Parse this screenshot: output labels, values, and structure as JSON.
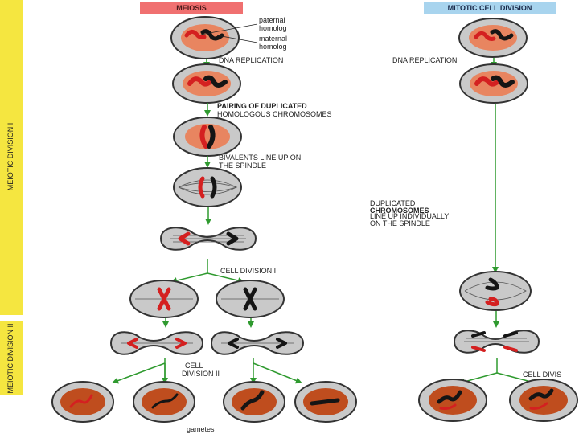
{
  "headers": {
    "meiosis": "MEIOSIS",
    "mitotic": "MITOTIC CELL DIVISION"
  },
  "side_labels": {
    "division_1": "MEIOTIC DIVISION I",
    "division_2": "MEIOTIC DIVISION II"
  },
  "labels": {
    "paternal_line1": "paternal",
    "paternal_line2": "homolog",
    "maternal_line1": "maternal",
    "maternal_line2": "homolog",
    "dna_replication_left": "DNA REPLICATION",
    "dna_replication_right": "DNA REPLICATION",
    "pairing_line1": "PAIRING OF DUPLICATED",
    "pairing_line2": "HOMOLOGOUS CHROMOSOMES",
    "bivalents_line1": "BIVALENTS LINE UP ON",
    "bivalents_line2": "THE SPINDLE",
    "duplicated_line1": "DUPLICATED",
    "duplicated_line2": "CHROMOSOMES",
    "duplicated_line3": "LINE UP INDIVIDUALLY",
    "duplicated_line4": "ON THE SPINDLE",
    "cell_division_1": "CELL DIVISION I",
    "cell_division_2_line1": "CELL",
    "cell_division_2_line2": "DIVISION II",
    "cell_division_right": "CELL DIVIS",
    "gametes": "gametes"
  },
  "colors": {
    "header_meiosis": "#f07070",
    "header_mitotic": "#a8d4ee",
    "side_bar": "#f5e640",
    "cell_fill": "#c9c9c9",
    "nucleus": "#e88560",
    "gamete_nucleus": "#bf4d1e",
    "chromosome_red": "#d42020",
    "chromosome_black": "#151515",
    "arrow": "#2f9a2f"
  }
}
